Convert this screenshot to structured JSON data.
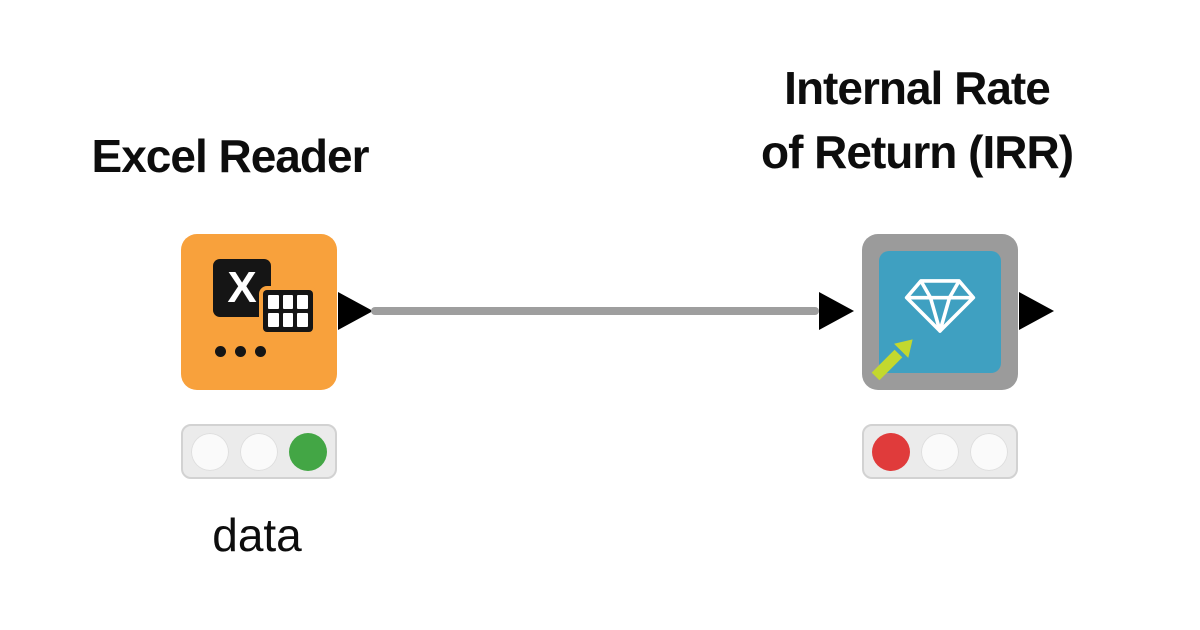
{
  "workflow": {
    "colors": {
      "node_orange": "#F8A13C",
      "node_gray": "#9B9B9B",
      "component_teal": "#3FA0C1",
      "deploy_arrow_green": "#C3D82E",
      "status_green": "#43A645",
      "status_red": "#E03B3B",
      "status_off": "#FAFAFA",
      "connection_gray": "#9E9E9E",
      "port_black": "#000000"
    },
    "connection": {
      "from": "Excel Reader",
      "to": "Internal Rate of Return (IRR)"
    },
    "nodes": [
      {
        "label": "Excel Reader",
        "icon": "excel-table-icon",
        "icon_letter": "X",
        "status": [
          "off",
          "off",
          "green"
        ],
        "output_port_label": "data"
      },
      {
        "label_line1": "Internal Rate",
        "label_line2": "of Return (IRR)",
        "icon": "diamond-component-icon",
        "status": [
          "red",
          "off",
          "off"
        ]
      }
    ]
  }
}
